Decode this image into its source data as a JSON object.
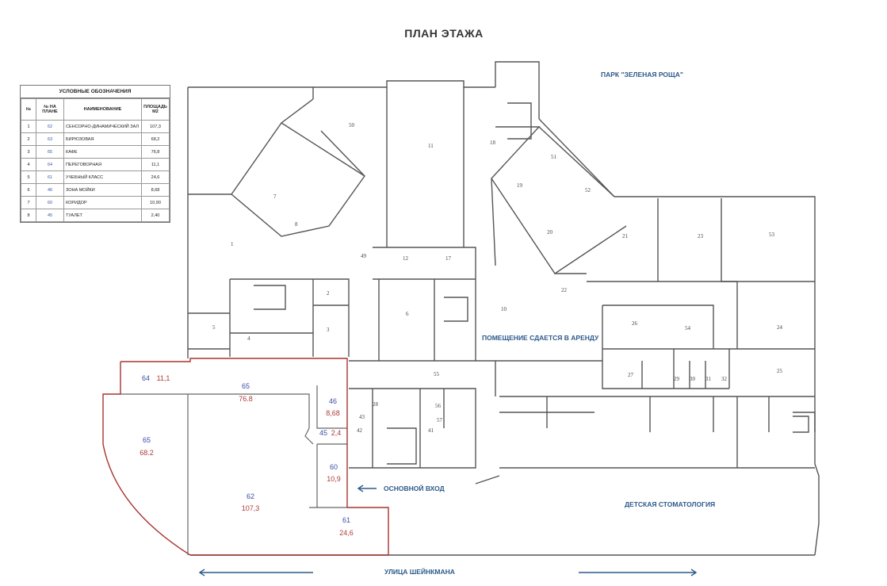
{
  "title": "ПЛАН ЭТАЖА",
  "legend": {
    "heading": "УСЛОВНЫЕ ОБОЗНАЧЕНИЯ",
    "columns": [
      "№",
      "№ НА ПЛАНЕ",
      "НАИМЕНОВАНИЕ",
      "ПЛОЩАДЬ М2"
    ],
    "rows": [
      {
        "n": "1",
        "plan": "62",
        "name": "СЕНСОРНО-ДИНАМИЧЕСКИЙ ЗАЛ",
        "area": "107,3"
      },
      {
        "n": "2",
        "plan": "63",
        "name": "БИРЮЗОВАЯ",
        "area": "68,2"
      },
      {
        "n": "3",
        "plan": "65",
        "name": "КАФЕ",
        "area": "76,8"
      },
      {
        "n": "4",
        "plan": "64",
        "name": "ПЕРЕГОВОРНАЯ",
        "area": "11,1"
      },
      {
        "n": "5",
        "plan": "61",
        "name": "УЧЕБНЫЙ КЛАСС",
        "area": "24,6"
      },
      {
        "n": "6",
        "plan": "46",
        "name": "ЗОНА МОЙКИ",
        "area": "8,68"
      },
      {
        "n": "7",
        "plan": "60",
        "name": "КОРИДОР",
        "area": "10,90"
      },
      {
        "n": "8",
        "plan": "45",
        "name": "ТУАЛЕТ",
        "area": "2,40"
      }
    ]
  },
  "labels": {
    "park": "ПАРК \"ЗЕЛЕНАЯ РОЩА\"",
    "rent": "ПОМЕЩЕНИЕ СДАЕТСЯ В АРЕНДУ",
    "entrance": "ОСНОВНОЙ ВХОД",
    "dental": "ДЕТСКАЯ СТОМАТОЛОГИЯ",
    "street": "УЛИЦА ШЕЙНКМАНА"
  },
  "rooms": [
    {
      "num": "64",
      "area": "11,1"
    },
    {
      "num": "65",
      "area": "76.8"
    },
    {
      "num": "65",
      "area": "68.2"
    },
    {
      "num": "46",
      "area": "8,68"
    },
    {
      "num": "45",
      "area": "2,4"
    },
    {
      "num": "60",
      "area": "10,9"
    },
    {
      "num": "62",
      "area": "107,3"
    },
    {
      "num": "61",
      "area": "24,6"
    }
  ],
  "plan_numbers": [
    "50",
    "11",
    "18",
    "51",
    "19",
    "52",
    "7",
    "8",
    "1",
    "49",
    "12",
    "17",
    "20",
    "21",
    "22",
    "23",
    "53",
    "2",
    "3",
    "4",
    "5",
    "6",
    "10",
    "26",
    "54",
    "24",
    "27",
    "25",
    "55",
    "56",
    "57",
    "41",
    "43",
    "42",
    "28",
    "29",
    "30",
    "31",
    "32"
  ],
  "colors": {
    "accent": "#2d5a8a",
    "highlight": "#a8332f",
    "room_num": "#3a4ea8",
    "room_area": "#b03a3a"
  }
}
